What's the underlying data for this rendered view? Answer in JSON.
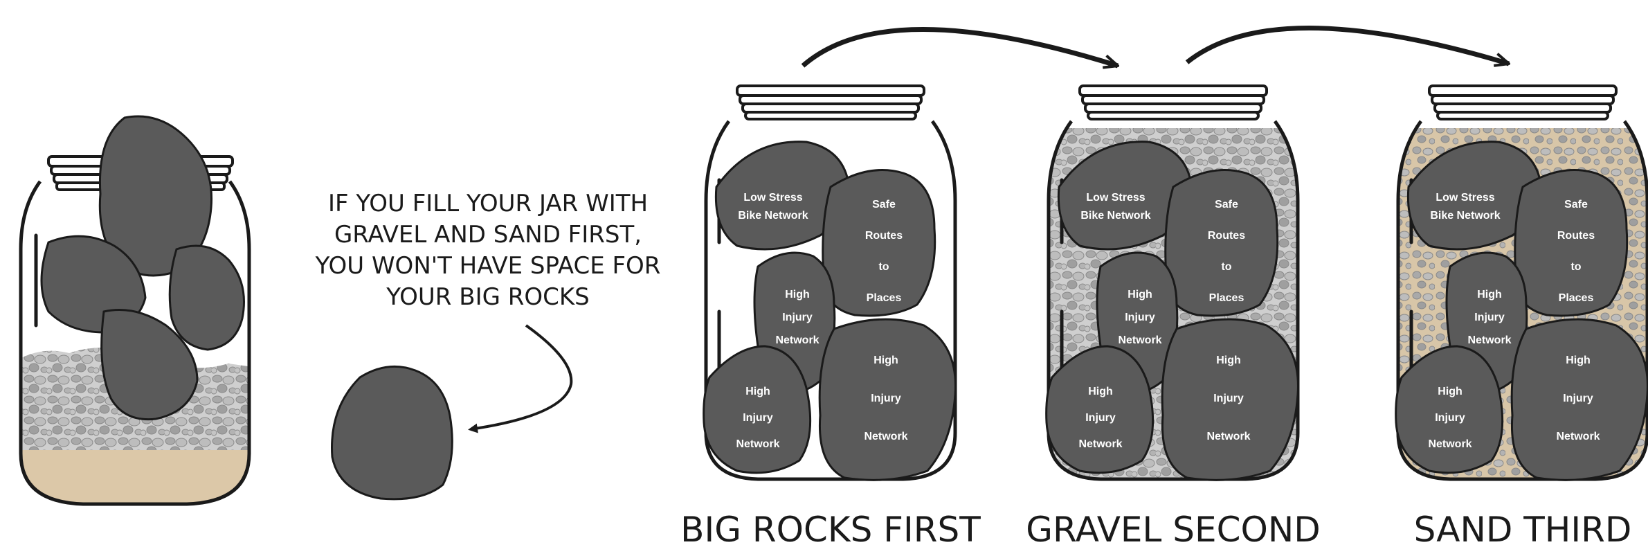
{
  "caption_lines": [
    "IF YOU FILL YOUR JAR WITH",
    "GRAVEL AND SAND FIRST,",
    "YOU WON'T HAVE SPACE FOR",
    "YOUR BIG ROCKS"
  ],
  "stages": [
    {
      "caption": "BIG ROCKS FIRST",
      "rocks": {
        "low_stress": [
          "Low Stress",
          "Bike Network"
        ],
        "safe_routes": [
          "Safe",
          "Routes",
          "to",
          "Places"
        ],
        "hin_small": [
          "High",
          "Injury",
          "Network"
        ],
        "hin_bottom": [
          "High",
          "Injury",
          "Network"
        ],
        "hin_large": [
          "High",
          "Injury",
          "Network"
        ]
      }
    },
    {
      "caption": "GRAVEL SECOND",
      "rocks": {
        "low_stress": [
          "Low Stress",
          "Bike Network"
        ],
        "safe_routes": [
          "Safe",
          "Routes",
          "to",
          "Places"
        ],
        "hin_small": [
          "High",
          "Injury",
          "Network"
        ],
        "hin_bottom": [
          "High",
          "Injury",
          "Network"
        ],
        "hin_large": [
          "High",
          "Injury",
          "Network"
        ]
      }
    },
    {
      "caption": "SAND THIRD",
      "rocks": {
        "low_stress": [
          "Low Stress",
          "Bike Network"
        ],
        "safe_routes": [
          "Safe",
          "Routes",
          "to",
          "Places"
        ],
        "hin_small": [
          "High",
          "Injury",
          "Network"
        ],
        "hin_bottom": [
          "High",
          "Injury",
          "Network"
        ],
        "hin_large": [
          "High",
          "Injury",
          "Network"
        ]
      }
    }
  ],
  "colors": {
    "rock": "#5a5a5a",
    "outline": "#1a1a1a",
    "gravel": "#b9b9b9",
    "sand": "#dcc8a8"
  }
}
